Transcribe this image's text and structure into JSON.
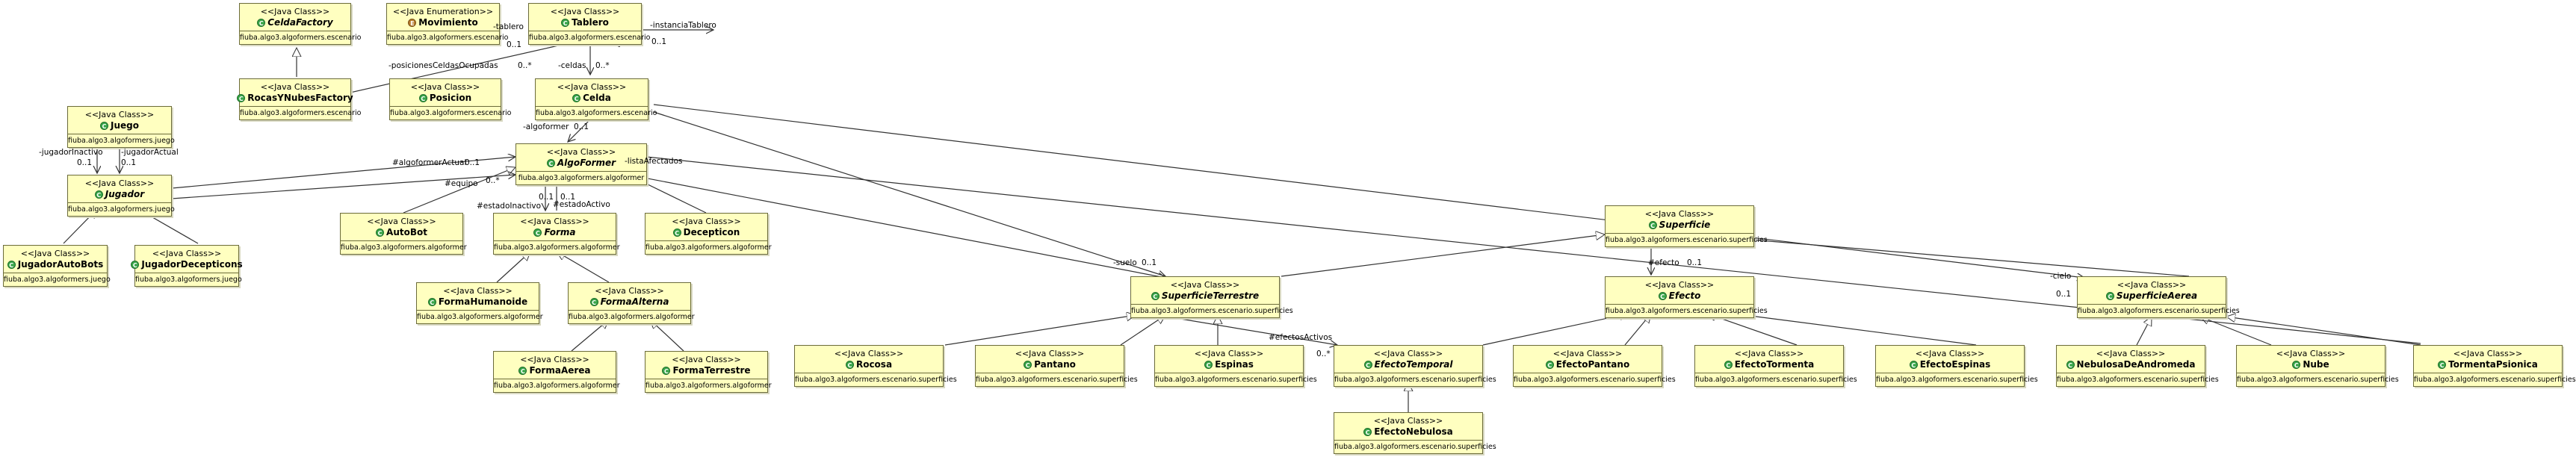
{
  "stereotypes": {
    "class": "<<Java Class>>",
    "enumeration": "<<Java Enumeration>>"
  },
  "packages": {
    "escenario": "fiuba.algo3.algoformers.escenario",
    "juego": "fiuba.algo3.algoformers.juego",
    "algoformer": "fiuba.algo3.algoformers.algoformer",
    "superficies": "fiuba.algo3.algoformers.escenario.superficies"
  },
  "classes": {
    "celdaFactory": "CeldaFactory",
    "movimiento": "Movimiento",
    "tablero": "Tablero",
    "rocasYNubesFactory": "RocasYNubesFactory",
    "posicion": "Posicion",
    "celda": "Celda",
    "juego": "Juego",
    "jugador": "Jugador",
    "algoFormer": "AlgoFormer",
    "jugadorAutoBots": "JugadorAutoBots",
    "jugadorDecepticons": "JugadorDecepticons",
    "autoBot": "AutoBot",
    "forma": "Forma",
    "decepticon": "Decepticon",
    "formaHumanoide": "FormaHumanoide",
    "formaAlterna": "FormaAlterna",
    "formaAerea": "FormaAerea",
    "formaTerrestre": "FormaTerrestre",
    "superficie": "Superficie",
    "superficieTerrestre": "SuperficieTerrestre",
    "efecto": "Efecto",
    "superficieAerea": "SuperficieAerea",
    "rocosa": "Rocosa",
    "pantano": "Pantano",
    "espinas": "Espinas",
    "efectoTemporal": "EfectoTemporal",
    "efectoPantano": "EfectoPantano",
    "efectoTormenta": "EfectoTormenta",
    "efectoEspinas": "EfectoEspinas",
    "nebulosaDeAndromeda": "NebulosaDeAndromeda",
    "nube": "Nube",
    "tormentaPsionica": "TormentaPsionica",
    "efectoNebulosa": "EfectoNebulosa"
  },
  "labels": {
    "tablero_self": "-tablero",
    "tablero_self_mult": "0..1",
    "instanciaTablero": "-instanciaTablero",
    "instanciaTablero_mult": "0..1",
    "posiciones": "-posicionesCeldasOcupadas",
    "posiciones_mult": "0..*",
    "celdas": "-celdas",
    "celdas_mult": "0..*",
    "algoformer": "-algoformer",
    "algoformer_mult": "0..1",
    "jugadorInactivo": "-jugadorInactivo",
    "jugadorInactivo_mult": "0..1",
    "jugadorActual": "-jugadorActual",
    "jugadorActual_mult": "0..1",
    "algoformerActual": "#algoformerActual",
    "algoformerActual_mult": "0..1",
    "equipo": "#equipo",
    "equipo_mult": "0..*",
    "listaAfectados": "-listaAfectados",
    "estadoInactivo": "#estadoInactivo",
    "estadoInactivo_mult": "0..1",
    "estadoActivo": "#estadoActivo",
    "estadoActivo_mult": "0..1",
    "suelo": "-suelo",
    "suelo_mult": "0..1",
    "efecto": "#efecto",
    "efecto_mult": "0..1",
    "cielo": "-cielo",
    "cielo_mult": "0..1",
    "efectosActivos": "#efectosActivos",
    "efectosActivos_mult": "0..*"
  },
  "colors": {
    "box_fill": "#ffffc0",
    "box_border": "#6b6b3a",
    "class_icon": "#3aa64a",
    "enum_icon": "#b57a2b"
  }
}
